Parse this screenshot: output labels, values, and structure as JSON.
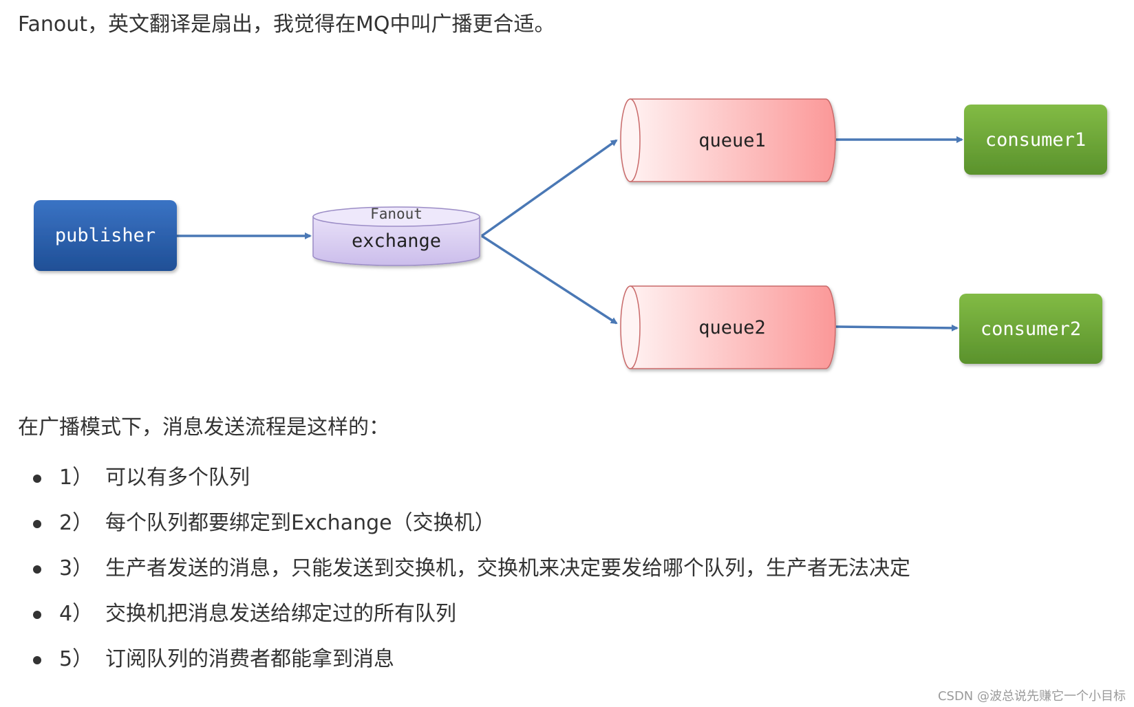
{
  "intro": "Fanout，英文翻译是扇出，我觉得在MQ中叫广播更合适。",
  "diagram": {
    "publisher": "publisher",
    "exchange_type": "Fanout",
    "exchange": "exchange",
    "queue1": "queue1",
    "queue2": "queue2",
    "consumer1": "consumer1",
    "consumer2": "consumer2",
    "colors": {
      "publisher": "#2b5fae",
      "exchange": "#d8ccf0",
      "queue": "#fcaeae",
      "consumer": "#6aa33a",
      "arrow": "#4a78b5"
    }
  },
  "section_title": "在广播模式下，消息发送流程是这样的：",
  "steps": [
    {
      "num": "1）",
      "text": "可以有多个队列"
    },
    {
      "num": "2）",
      "text": "每个队列都要绑定到Exchange（交换机）"
    },
    {
      "num": "3）",
      "text": "生产者发送的消息，只能发送到交换机，交换机来决定要发给哪个队列，生产者无法决定"
    },
    {
      "num": "4）",
      "text": "交换机把消息发送给绑定过的所有队列"
    },
    {
      "num": "5）",
      "text": "订阅队列的消费者都能拿到消息"
    }
  ],
  "watermark": "CSDN @波总说先赚它一个小目标"
}
